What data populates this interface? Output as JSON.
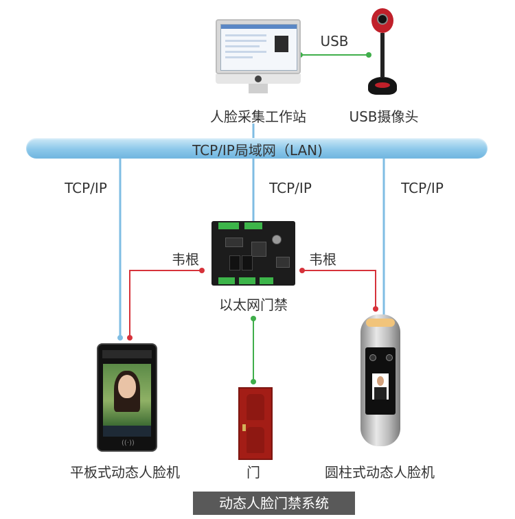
{
  "network": {
    "lan_label": "TCP/IP局域网（LAN)",
    "link_left": "TCP/IP",
    "link_center": "TCP/IP",
    "link_right": "TCP/IP",
    "usb_label": "USB",
    "wiegand_left": "韦根",
    "wiegand_right": "韦根"
  },
  "devices": {
    "workstation": "人脸采集工作站",
    "camera": "USB摄像头",
    "controller": "以太网门禁",
    "tablet": "平板式动态人脸机",
    "door": "门",
    "pillar": "圆柱式动态人脸机"
  },
  "footer": {
    "title": "动态人脸门禁系统"
  },
  "colors": {
    "lan_line": "#7fbde3",
    "wiegand_line": "#d6323a",
    "usb_line": "#3fae4a",
    "node_dot_red": "#d6323a",
    "node_dot_green": "#3fae4a"
  },
  "icons": [
    "computer-monitor-icon",
    "usb-camera-icon",
    "controller-board-icon",
    "tablet-face-terminal-icon",
    "door-icon",
    "pillar-face-terminal-icon"
  ]
}
